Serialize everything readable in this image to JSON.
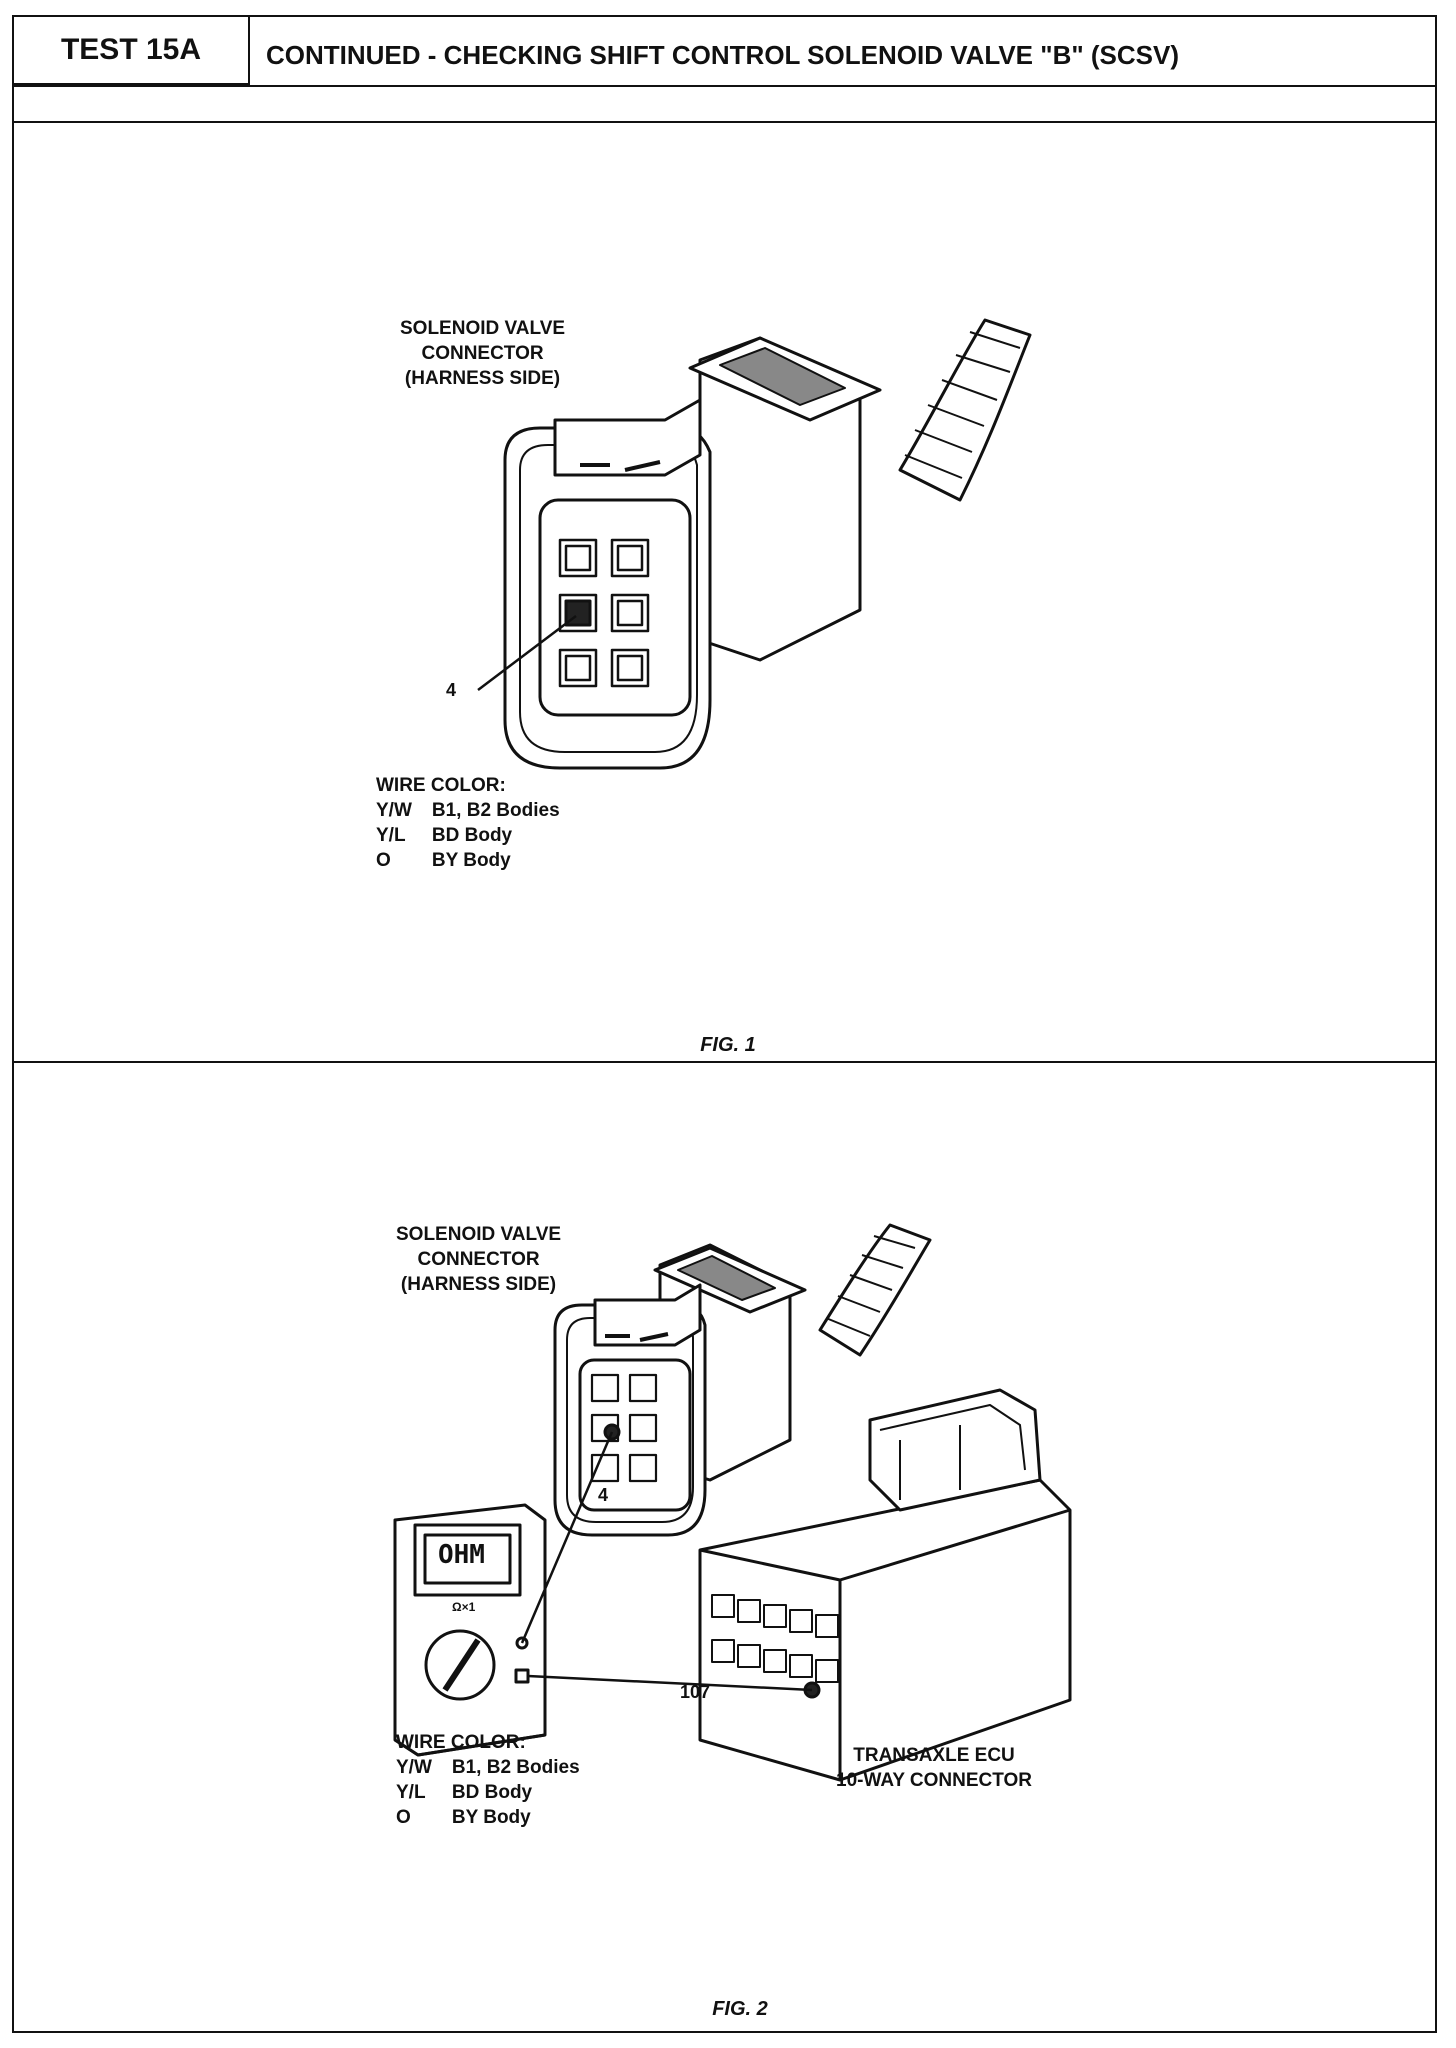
{
  "header": {
    "test_label": "TEST 15A",
    "title": "CONTINUED -  CHECKING SHIFT CONTROL SOLENOID VALVE \"B\"  (SCSV)"
  },
  "fig1": {
    "connector_label": [
      "SOLENOID VALVE",
      "CONNECTOR",
      "(HARNESS SIDE)"
    ],
    "pin_label": "4",
    "wire_color_heading": "WIRE COLOR:",
    "wire_colors": [
      {
        "code": "Y/W",
        "desc": "B1, B2 Bodies"
      },
      {
        "code": "Y/L",
        "desc": "BD Body"
      },
      {
        "code": "O",
        "desc": "BY Body"
      }
    ],
    "caption": "FIG. 1"
  },
  "fig2": {
    "connector_label": [
      "SOLENOID VALVE",
      "CONNECTOR",
      "(HARNESS SIDE)"
    ],
    "pin_label": "4",
    "meter_display": "OHM",
    "meter_range": "Ω×1",
    "ecu_pin_label": "107",
    "ecu_label": [
      "TRANSAXLE ECU",
      "10-WAY CONNECTOR"
    ],
    "wire_color_heading": "WIRE COLOR:",
    "wire_colors": [
      {
        "code": "Y/W",
        "desc": "B1, B2 Bodies"
      },
      {
        "code": "Y/L",
        "desc": "BD Body"
      },
      {
        "code": "O",
        "desc": "BY Body"
      }
    ],
    "caption": "FIG. 2"
  }
}
